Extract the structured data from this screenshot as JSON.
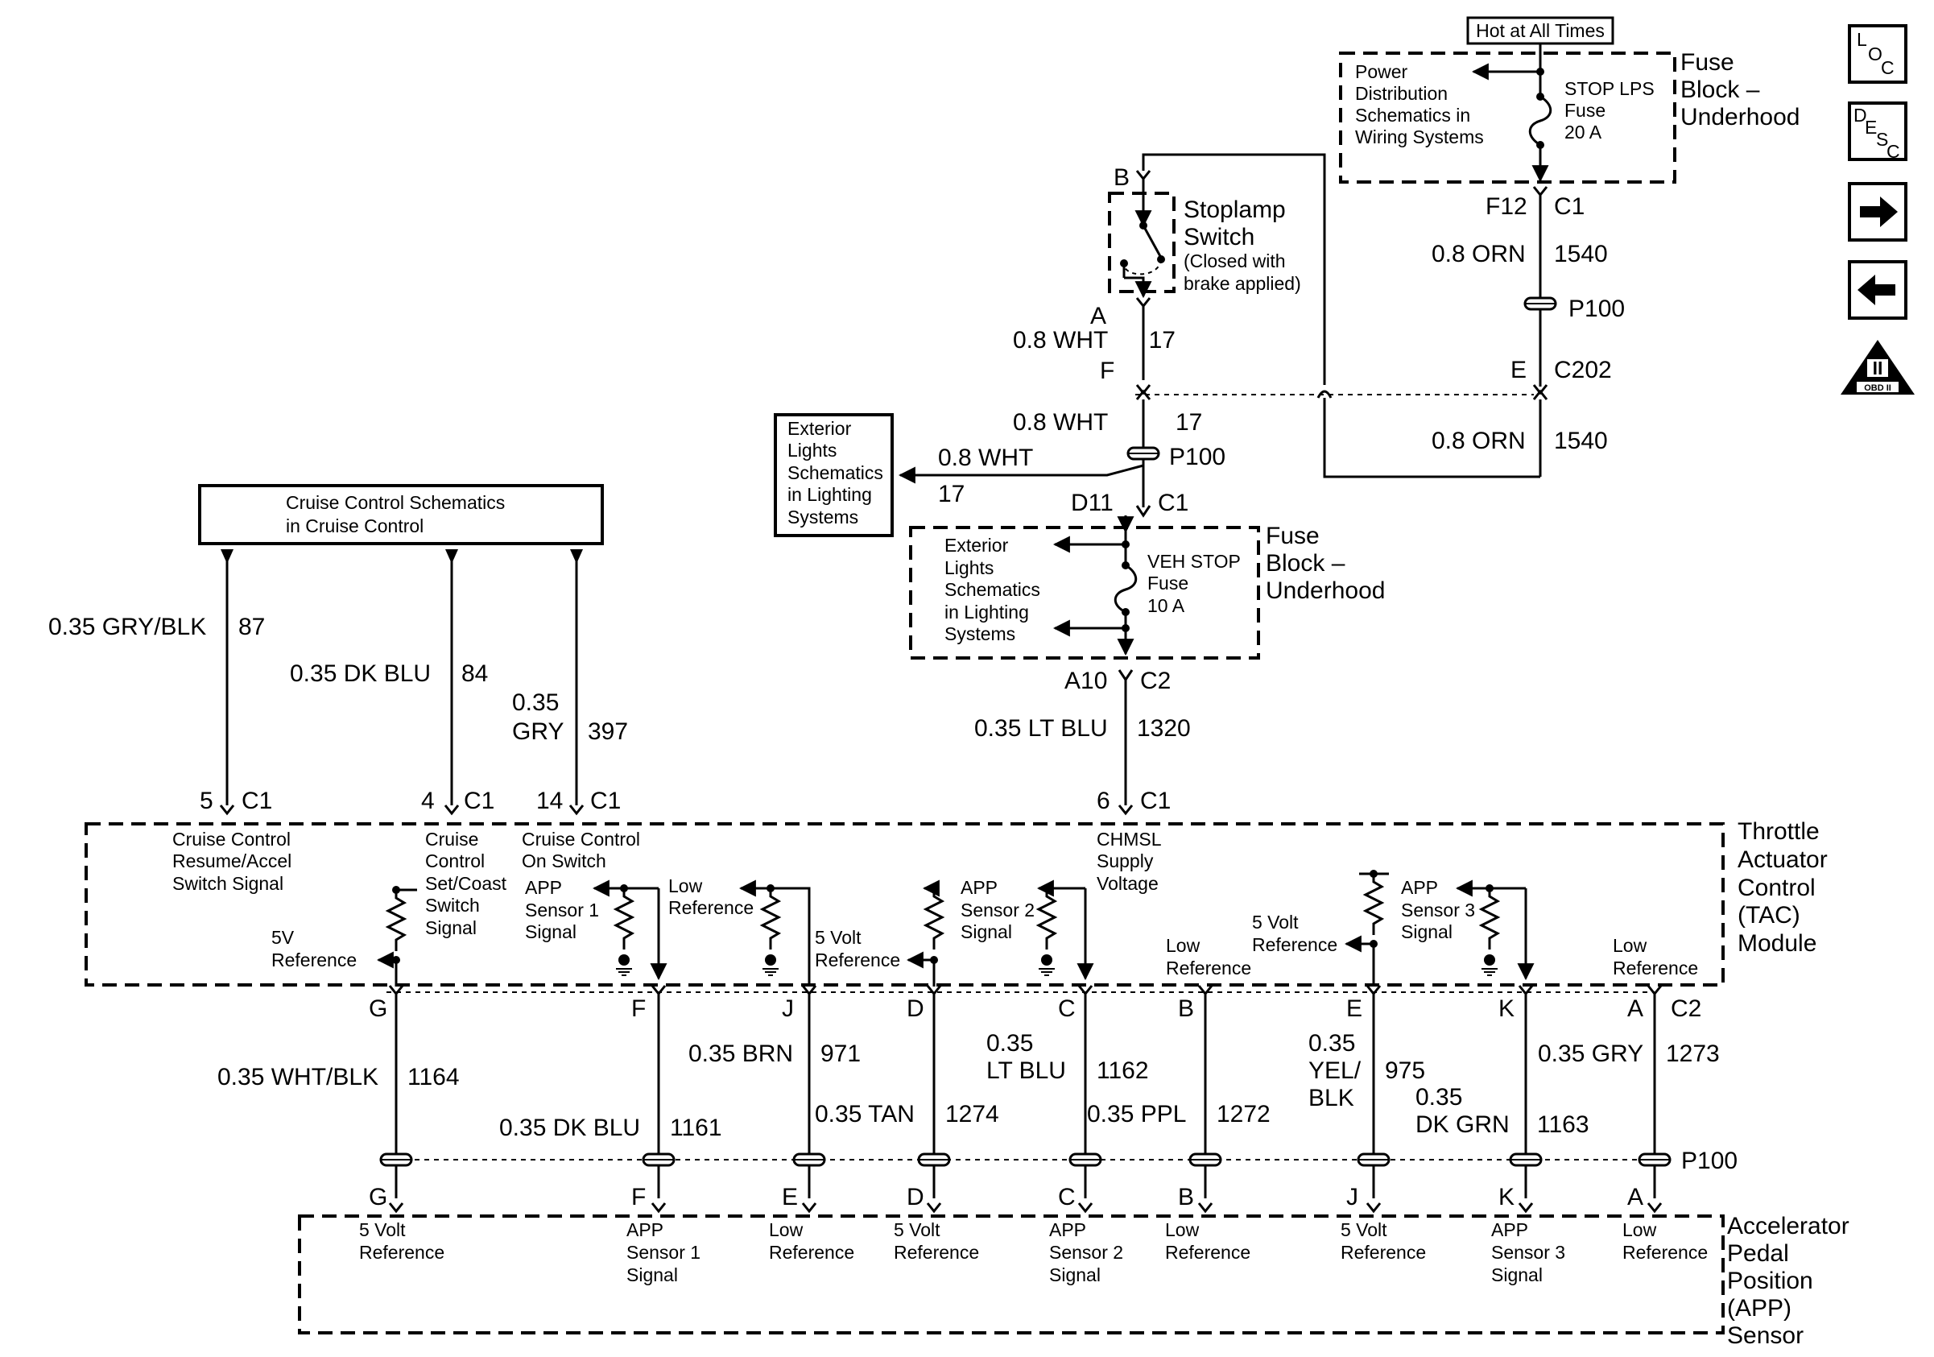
{
  "hot_at_all_times": "Hot at All Times",
  "fuse_block_top": {
    "title": [
      "Fuse",
      "Block –",
      "Underhood"
    ],
    "note": [
      "Power",
      "Distribution",
      "Schematics in",
      "Wiring Systems"
    ],
    "fuse": [
      "STOP LPS",
      "Fuse",
      "20 A"
    ]
  },
  "fuse_block_mid": {
    "title": [
      "Fuse",
      "Block –",
      "Underhood"
    ],
    "note": [
      "Exterior",
      "Lights",
      "Schematics",
      "in Lighting",
      "Systems"
    ],
    "fuse": [
      "VEH STOP",
      "Fuse",
      "10 A"
    ]
  },
  "stoplamp": {
    "title": [
      "Stoplamp",
      "Switch"
    ],
    "note": [
      "(Closed with",
      "brake applied)"
    ]
  },
  "ext_lights_box": [
    "Exterior",
    "Lights",
    "Schematics",
    "in Lighting",
    "Systems"
  ],
  "cruise_box": [
    "Cruise Control Schematics",
    "in Cruise Control"
  ],
  "tac_module": [
    "Throttle",
    "Actuator",
    "Control",
    "(TAC)",
    "Module"
  ],
  "app_sensor": [
    "Accelerator",
    "Pedal",
    "Position",
    "(APP)",
    "Sensor"
  ],
  "nav_icons": {
    "loc_top": "L",
    "loc_mid": "O",
    "loc_bot": "C",
    "desc_1": "D",
    "desc_2": "E",
    "desc_3": "S",
    "desc_4": "C",
    "obd_roman": "II",
    "obd_text": "OBD II"
  },
  "colors": {
    "line": "#000000",
    "background": "#ffffff"
  },
  "labels": {
    "stop_b": "B",
    "stop_a": "A",
    "f12": "F12",
    "c1_top": "C1",
    "orn_top": "0.8 ORN",
    "orn_top_c": "1540",
    "p100_right": "P100",
    "e_c202": "E",
    "c202": "C202",
    "orn_bot": "0.8 ORN",
    "orn_bot_c": "1540",
    "wht1": "0.8 WHT",
    "wht1_c": "17",
    "conn_f": "F",
    "wht2": "0.8 WHT",
    "wht2_c": "17",
    "p100_mid": "P100",
    "ext_wht": "0.8 WHT",
    "ext_wht_c": "17",
    "d11": "D11",
    "c1_d11": "C1",
    "a10": "A10",
    "c2_a10": "C2",
    "ltblu": "0.35 LT BLU",
    "ltblu_c": "1320",
    "pin6": "6",
    "c1_6": "C1",
    "grybk": "0.35 GRY/BLK",
    "grybk_c": "87",
    "dkblu": "0.35 DK BLU",
    "dkblu_c": "84",
    "gry_a": "0.35",
    "gry_b": "GRY",
    "gry_c": "397",
    "pin5": "5",
    "c1_5": "C1",
    "pin4": "4",
    "c1_4": "C1",
    "pin14": "14",
    "c1_14": "C1",
    "p100_bottom": "P100",
    "c2_bottom": "C2"
  },
  "module_pins": [
    {
      "tac": "G",
      "app": "G",
      "wire": "0.35 WHT/BLK",
      "circuit": "1164"
    },
    {
      "tac": "F",
      "app": "F",
      "wire": "0.35 DK BLU",
      "circuit": "1161"
    },
    {
      "tac": "J",
      "app": "E",
      "wire": "0.35 BRN",
      "circuit": "971"
    },
    {
      "tac": "D",
      "app": "D",
      "wire": "0.35 TAN",
      "circuit": "1274"
    },
    {
      "tac": "C",
      "app": "C",
      "wire": "0.35",
      "wire2": "LT BLU",
      "circuit": "1162"
    },
    {
      "tac": "B",
      "app": "B",
      "wire": "0.35 PPL",
      "circuit": "1272"
    },
    {
      "tac": "E",
      "app": "J",
      "wire": "0.35",
      "wire2": "YEL/",
      "wire3": "BLK",
      "circuit": "975"
    },
    {
      "tac": "K",
      "app": "K",
      "wire": "0.35",
      "wire2": "DK GRN",
      "circuit": "1163"
    },
    {
      "tac": "A",
      "app": "A",
      "wire": "0.35 GRY",
      "circuit": "1273"
    }
  ],
  "tac_inner": {
    "cruise_resume": [
      "Cruise Control",
      "Resume/Accel",
      "Switch Signal"
    ],
    "cruise_set": [
      "Cruise",
      "Control",
      "Set/Coast",
      "Switch",
      "Signal"
    ],
    "cruise_on": [
      "Cruise Control",
      "On Switch"
    ],
    "chmsl": [
      "CHMSL",
      "Supply",
      "Voltage"
    ],
    "ref5v_g": [
      "5V",
      "Reference"
    ],
    "app1": [
      "APP",
      "Sensor 1",
      "Signal"
    ],
    "low_j": [
      "Low",
      "Reference"
    ],
    "ref5_d": [
      "5 Volt",
      "Reference"
    ],
    "app2": [
      "APP",
      "Sensor 2",
      "Signal"
    ],
    "low_b": [
      "Low",
      "Reference"
    ],
    "ref5_e": [
      "5 Volt",
      "Reference"
    ],
    "app3": [
      "APP",
      "Sensor 3",
      "Signal"
    ],
    "low_a": [
      "Low",
      "Reference"
    ]
  },
  "app_inner": [
    [
      "5 Volt",
      "Reference"
    ],
    [
      "APP",
      "Sensor 1",
      "Signal"
    ],
    [
      "Low",
      "Reference"
    ],
    [
      "5 Volt",
      "Reference"
    ],
    [
      "APP",
      "Sensor 2",
      "Signal"
    ],
    [
      "Low",
      "Reference"
    ],
    [
      "5 Volt",
      "Reference"
    ],
    [
      "APP",
      "Sensor 3",
      "Signal"
    ],
    [
      "Low",
      "Reference"
    ]
  ]
}
